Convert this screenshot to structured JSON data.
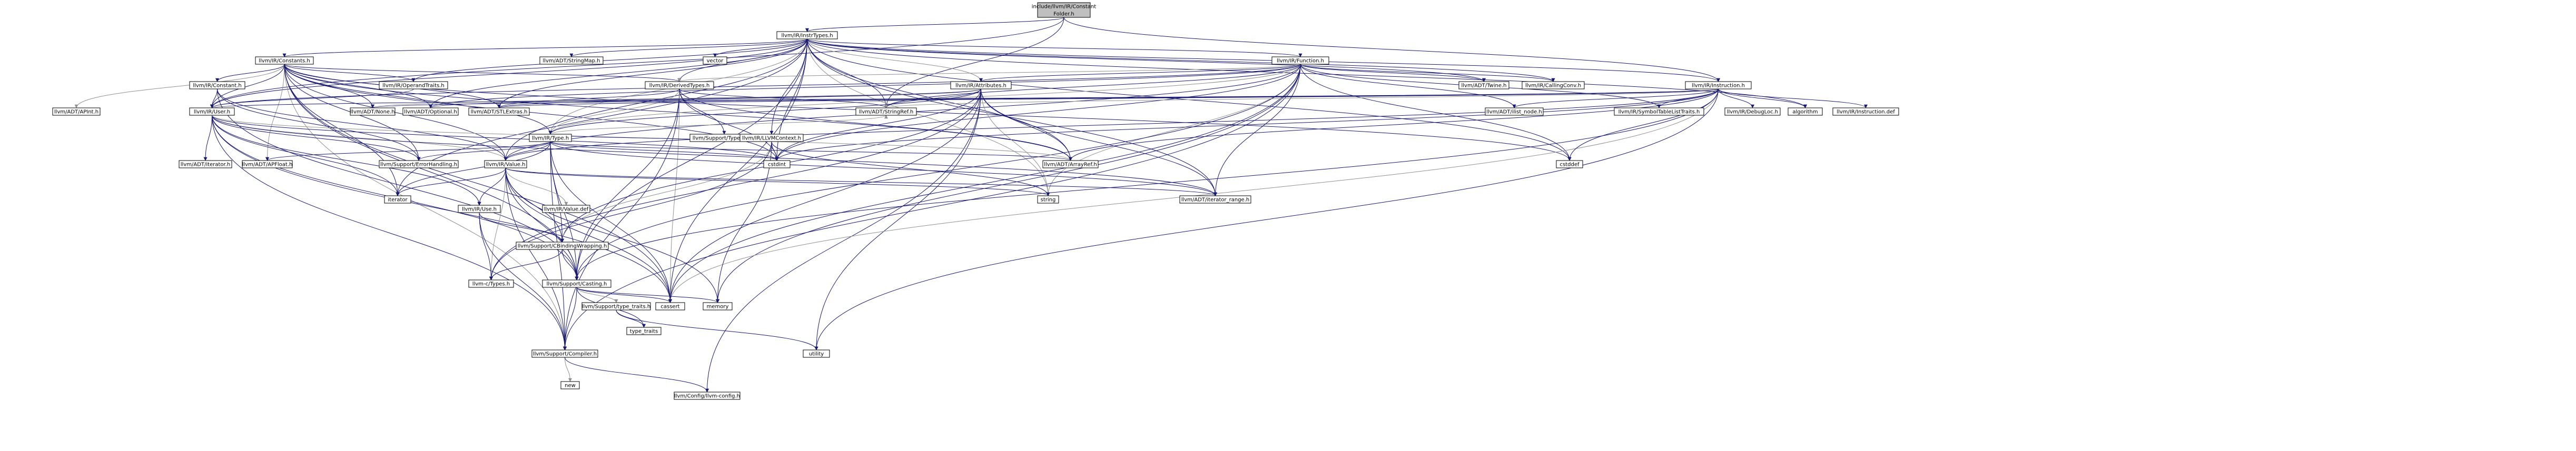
{
  "diagram": {
    "type": "include-dependency-graph",
    "colors": {
      "root_fill": "#bfbfbf",
      "node_fill": "#ffffff",
      "border": "#000000",
      "link_border": "#ff0000",
      "edge_blue": "#191970",
      "edge_gray": "#909090"
    },
    "nodes": [
      {
        "id": "root",
        "label": "include/llvm/IR/Constant\nFolder.h",
        "root": true
      },
      {
        "id": "instrtypes",
        "label": "llvm/IR/InstrTypes.h"
      },
      {
        "id": "constants",
        "label": "llvm/IR/Constants.h"
      },
      {
        "id": "stringmap",
        "label": "llvm/ADT/StringMap.h"
      },
      {
        "id": "vector",
        "label": "vector"
      },
      {
        "id": "function",
        "label": "llvm/IR/Function.h",
        "red": true
      },
      {
        "id": "constant",
        "label": "llvm/IR/Constant.h"
      },
      {
        "id": "operandtraits",
        "label": "llvm/IR/OperandTraits.h"
      },
      {
        "id": "derivedtypes",
        "label": "llvm/IR/DerivedTypes.h"
      },
      {
        "id": "attributes",
        "label": "llvm/IR/Attributes.h",
        "red": true
      },
      {
        "id": "twine",
        "label": "llvm/ADT/Twine.h"
      },
      {
        "id": "callingconv",
        "label": "llvm/IR/CallingConv.h"
      },
      {
        "id": "instruction",
        "label": "llvm/IR/Instruction.h"
      },
      {
        "id": "apint",
        "label": "llvm/ADT/APInt.h"
      },
      {
        "id": "user",
        "label": "llvm/IR/User.h"
      },
      {
        "id": "none",
        "label": "llvm/ADT/None.h"
      },
      {
        "id": "optional",
        "label": "llvm/ADT/Optional.h"
      },
      {
        "id": "stlextras",
        "label": "llvm/ADT/STLExtras.h"
      },
      {
        "id": "type",
        "label": "llvm/IR/Type.h",
        "red": true
      },
      {
        "id": "typesize",
        "label": "llvm/Support/TypeSize.h"
      },
      {
        "id": "llvmcontext",
        "label": "llvm/IR/LLVMContext.h",
        "red": true
      },
      {
        "id": "stringref",
        "label": "llvm/ADT/StringRef.h"
      },
      {
        "id": "symtabtraits",
        "label": "llvm/IR/SymbolTableListTraits.h",
        "red": true
      },
      {
        "id": "ilistnode",
        "label": "llvm/ADT/ilist_node.h"
      },
      {
        "id": "debugloc",
        "label": "llvm/IR/DebugLoc.h",
        "red": true
      },
      {
        "id": "algorithm",
        "label": "algorithm"
      },
      {
        "id": "instructiondef",
        "label": "llvm/IR/Instruction.def"
      },
      {
        "id": "iterator",
        "label": "llvm/ADT/iterator.h"
      },
      {
        "id": "apfloat",
        "label": "llvm/ADT/APFloat.h"
      },
      {
        "id": "errorhandling",
        "label": "llvm/Support/ErrorHandling.h"
      },
      {
        "id": "value",
        "label": "llvm/IR/Value.h"
      },
      {
        "id": "cstdint",
        "label": "cstdint"
      },
      {
        "id": "arrayref",
        "label": "llvm/ADT/ArrayRef.h"
      },
      {
        "id": "cstddef",
        "label": "cstddef"
      },
      {
        "id": "string",
        "label": "string"
      },
      {
        "id": "iteratorrange",
        "label": "llvm/ADT/iterator_range.h"
      },
      {
        "id": "iteratorstd",
        "label": "iterator"
      },
      {
        "id": "use",
        "label": "llvm/IR/Use.h",
        "red": true
      },
      {
        "id": "valuedef",
        "label": "llvm/IR/Value.def"
      },
      {
        "id": "cbinding",
        "label": "llvm/Support/CBindingWrapping.h"
      },
      {
        "id": "casting",
        "label": "llvm/Support/Casting.h"
      },
      {
        "id": "ctypes",
        "label": "llvm-c/Types.h"
      },
      {
        "id": "typetraits",
        "label": "llvm/Support/type_traits.h"
      },
      {
        "id": "cassert",
        "label": "cassert"
      },
      {
        "id": "memory",
        "label": "memory"
      },
      {
        "id": "typetraitsstd",
        "label": "type_traits"
      },
      {
        "id": "compiler",
        "label": "llvm/Support/Compiler.h",
        "red": true
      },
      {
        "id": "utility",
        "label": "utility"
      },
      {
        "id": "new",
        "label": "new"
      },
      {
        "id": "config",
        "label": "llvm/Config/llvm-config.h"
      }
    ]
  }
}
